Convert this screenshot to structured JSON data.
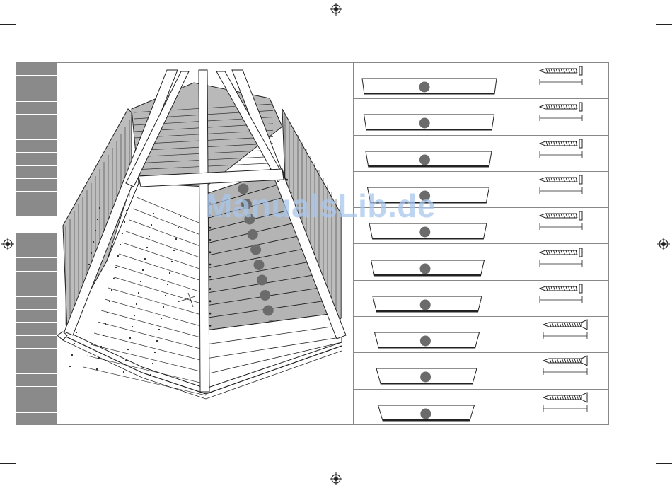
{
  "watermark": "ManualsLib.de",
  "colors": {
    "tab": "#8a8a8a",
    "panel_fill": "#b4b4b4",
    "marker": "#6b6b6b",
    "line": "#222222",
    "watermark": "#a9c7ee"
  },
  "icons": {
    "registration_mark": "crosshair-circle",
    "screw": "screw",
    "plank": "wood-plank"
  },
  "sidebar": {
    "upper_tab_count": 12,
    "lower_tab_count": 15
  },
  "parts": [
    {
      "plank": "plank-1",
      "screw": "flat-head"
    },
    {
      "plank": "plank-2",
      "screw": "flat-head"
    },
    {
      "plank": "plank-3",
      "screw": "flat-head"
    },
    {
      "plank": "plank-4",
      "screw": "flat-head"
    },
    {
      "plank": "plank-5",
      "screw": "flat-head"
    },
    {
      "plank": "plank-6",
      "screw": "flat-head"
    },
    {
      "plank": "plank-7",
      "screw": "flat-head"
    },
    {
      "plank": "plank-8",
      "screw": "countersunk"
    },
    {
      "plank": "plank-9",
      "screw": "countersunk"
    },
    {
      "plank": "plank-10",
      "screw": "countersunk"
    }
  ],
  "panel_markers": 10
}
